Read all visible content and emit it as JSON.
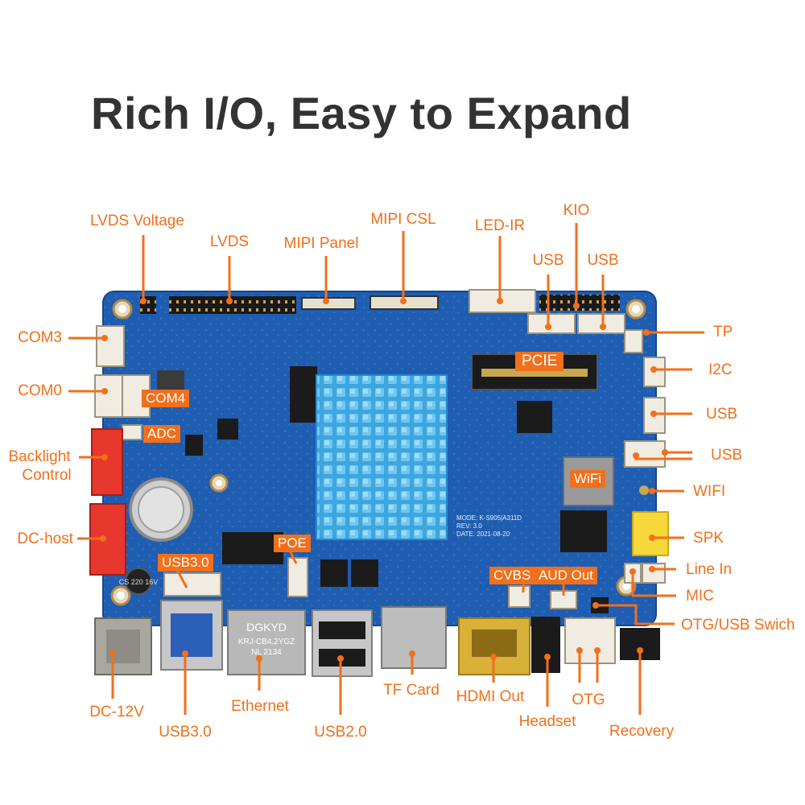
{
  "title": "Rich I/O, Easy to Expand",
  "board": {
    "module_label": "MODE: K-S905|A311D",
    "rev_label": "REV: 3.0",
    "date_label": "DATE: 2021-08-20",
    "rj45_brand": "DGKYD",
    "rj45_model": "KRJ-CB4.2YGZ",
    "rj45_code": "NL      2134",
    "cap_text": "CS 220 16V"
  },
  "labels": {
    "lvds_voltage": "LVDS Voltage",
    "lvds": "LVDS",
    "mipi_panel": "MIPI Panel",
    "mipi_csl": "MIPI CSL",
    "led_ir": "LED-IR",
    "kio": "KIO",
    "usb_top1": "USB",
    "usb_top2": "USB",
    "com3": "COM3",
    "com0": "COM0",
    "backlight_line1": "Backlight",
    "backlight_line2": "Control",
    "dc_host": "DC-host",
    "tp": "TP",
    "i2c": "I2C",
    "usb_right1": "USB",
    "usb_right2": "USB",
    "wifi": "WIFI",
    "spk": "SPK",
    "line_in": "Line In",
    "mic": "MIC",
    "otg_usb_switch": "OTG/USB Swich",
    "dc_12v": "DC-12V",
    "usb3_bottom": "USB3.0",
    "ethernet": "Ethernet",
    "usb2_bottom": "USB2.0",
    "tf_card": "TF Card",
    "hdmi_out": "HDMI Out",
    "headset": "Headset",
    "otg": "OTG",
    "recovery": "Recovery"
  },
  "tags": {
    "com4": "COM4",
    "adc": "ADC",
    "pcie": "PCIE",
    "wifi_chip": "WiFi",
    "poe": "POE",
    "usb30": "USB3.0",
    "cvbs": "CVBS",
    "aud_out": "AUD Out"
  },
  "colors": {
    "accent": "#f26f1b",
    "title": "#333333",
    "pcb": "#1f5db0",
    "heatsink": "#4fb4e8"
  }
}
